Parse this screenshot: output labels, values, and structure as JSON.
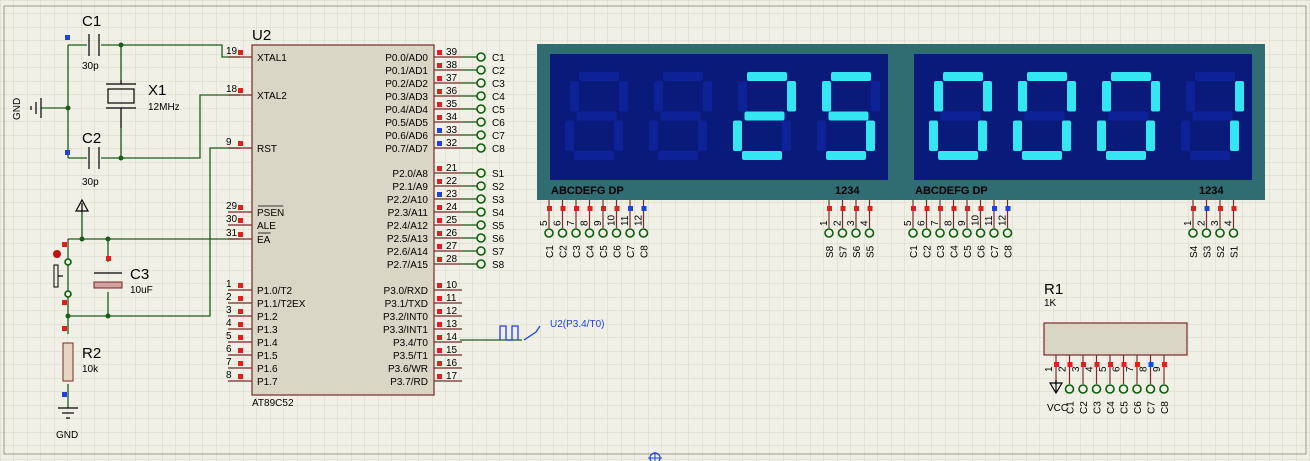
{
  "u2": {
    "ref": "U2",
    "part": "AT89C52",
    "pins_left": [
      {
        "num": "19",
        "name": "XTAL1"
      },
      {
        "num": "18",
        "name": "XTAL2"
      },
      {
        "num": "9",
        "name": "RST"
      },
      {
        "num": "29",
        "name": "PSEN"
      },
      {
        "num": "30",
        "name": "ALE"
      },
      {
        "num": "31",
        "name": "EA"
      },
      {
        "num": "1",
        "name": "P1.0/T2"
      },
      {
        "num": "2",
        "name": "P1.1/T2EX"
      },
      {
        "num": "3",
        "name": "P1.2"
      },
      {
        "num": "4",
        "name": "P1.3"
      },
      {
        "num": "5",
        "name": "P1.4"
      },
      {
        "num": "6",
        "name": "P1.5"
      },
      {
        "num": "7",
        "name": "P1.6"
      },
      {
        "num": "8",
        "name": "P1.7"
      }
    ],
    "pins_right": [
      {
        "num": "39",
        "name": "P0.0/AD0",
        "net": "C1"
      },
      {
        "num": "38",
        "name": "P0.1/AD1",
        "net": "C2"
      },
      {
        "num": "37",
        "name": "P0.2/AD2",
        "net": "C3"
      },
      {
        "num": "36",
        "name": "P0.3/AD3",
        "net": "C4"
      },
      {
        "num": "35",
        "name": "P0.4/AD4",
        "net": "C5"
      },
      {
        "num": "34",
        "name": "P0.5/AD5",
        "net": "C6"
      },
      {
        "num": "33",
        "name": "P0.6/AD6",
        "net": "C7"
      },
      {
        "num": "32",
        "name": "P0.7/AD7",
        "net": "C8"
      },
      {
        "num": "21",
        "name": "P2.0/A8",
        "net": "S1"
      },
      {
        "num": "22",
        "name": "P2.1/A9",
        "net": "S2"
      },
      {
        "num": "23",
        "name": "P2.2/A10",
        "net": "S3"
      },
      {
        "num": "24",
        "name": "P2.3/A11",
        "net": "S4"
      },
      {
        "num": "25",
        "name": "P2.4/A12",
        "net": "S5"
      },
      {
        "num": "26",
        "name": "P2.5/A13",
        "net": "S6"
      },
      {
        "num": "27",
        "name": "P2.6/A14",
        "net": "S7"
      },
      {
        "num": "28",
        "name": "P2.7/A15",
        "net": "S8"
      },
      {
        "num": "10",
        "name": "P3.0/RXD",
        "net": ""
      },
      {
        "num": "11",
        "name": "P3.1/TXD",
        "net": ""
      },
      {
        "num": "12",
        "name": "P3.2/INT0",
        "net": ""
      },
      {
        "num": "13",
        "name": "P3.3/INT1",
        "net": ""
      },
      {
        "num": "14",
        "name": "P3.4/T0",
        "net": ""
      },
      {
        "num": "15",
        "name": "P3.5/T1",
        "net": ""
      },
      {
        "num": "16",
        "name": "P3.6/WR",
        "net": ""
      },
      {
        "num": "17",
        "name": "P3.7/RD",
        "net": ""
      }
    ],
    "probe_label": "U2(P3.4/T0)"
  },
  "c1": {
    "ref": "C1",
    "value": "30p"
  },
  "c2": {
    "ref": "C2",
    "value": "30p"
  },
  "c3": {
    "ref": "C3",
    "value": "10uF"
  },
  "x1": {
    "ref": "X1",
    "value": "12MHz"
  },
  "r2": {
    "ref": "R2",
    "value": "10k"
  },
  "r1": {
    "ref": "R1",
    "value": "1K"
  },
  "gnd_left": "GND",
  "gnd_bottom": "GND",
  "vcc": "VCC",
  "display1": {
    "digits": [
      "",
      "",
      "2",
      "5"
    ],
    "seg_label": "ABCDEFG  DP",
    "com_label": "1234",
    "seg_pins": [
      "5",
      "6",
      "7",
      "8",
      "9",
      "10",
      "11",
      "12"
    ],
    "seg_nets": [
      "C1",
      "C2",
      "C3",
      "C4",
      "C5",
      "C6",
      "C7",
      "C8"
    ],
    "com_pins": [
      "1",
      "2",
      "3",
      "4"
    ],
    "com_nets": [
      "S8",
      "S7",
      "S6",
      "S5"
    ]
  },
  "display2": {
    "digits": [
      "0",
      "0",
      "0",
      "1"
    ],
    "seg_label": "ABCDEFG  DP",
    "com_label": "1234",
    "seg_pins": [
      "5",
      "6",
      "7",
      "8",
      "9",
      "10",
      "11",
      "12"
    ],
    "seg_nets": [
      "C1",
      "C2",
      "C3",
      "C4",
      "C5",
      "C6",
      "C7",
      "C8"
    ],
    "com_pins": [
      "1",
      "2",
      "3",
      "4"
    ],
    "com_nets": [
      "S4",
      "S3",
      "S2",
      "S1"
    ]
  },
  "rpack": {
    "pins": [
      "1",
      "2",
      "3",
      "4",
      "5",
      "6",
      "7",
      "8",
      "9"
    ],
    "nets": [
      "C1",
      "C2",
      "C3",
      "C4",
      "C5",
      "C6",
      "C7",
      "C8"
    ]
  }
}
